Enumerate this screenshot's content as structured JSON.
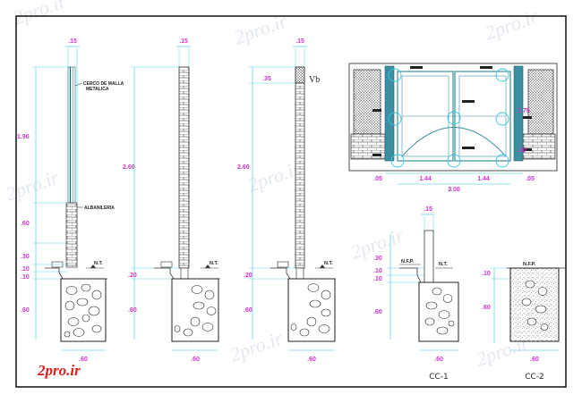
{
  "watermark": "2pro.ir",
  "logo": {
    "text": "2pro.ir"
  },
  "dims": {
    "w15": ".15",
    "d190": "1.90",
    "d260": "2.60",
    "d60": ".60",
    "d30": ".30",
    "d10": ".10",
    "d20": ".20",
    "d35": ".35",
    "d175": "1.75",
    "d144": "1.44",
    "d300": "3.00",
    "d05": ".05"
  },
  "notes": {
    "cerco_line1": "CERCO DE MALLA",
    "cerco_line2": "METALICA",
    "albanileria": "ALBANILERIA"
  },
  "levels": {
    "nt": "N.T.",
    "nfp": "N.F.P."
  },
  "labels": {
    "vb": "Vb",
    "cc1": "CC-1",
    "cc2": "CC-2"
  },
  "colors": {
    "border": "#111111",
    "dimension": "#33c6e0",
    "dim_text": "#cc33cc",
    "wall": "#3c8fa0",
    "wall_dark": "#226070",
    "steel": "#2a2a2a",
    "ground": "#333333",
    "logo": "#d62020",
    "watermark": "#c9d2e3"
  }
}
